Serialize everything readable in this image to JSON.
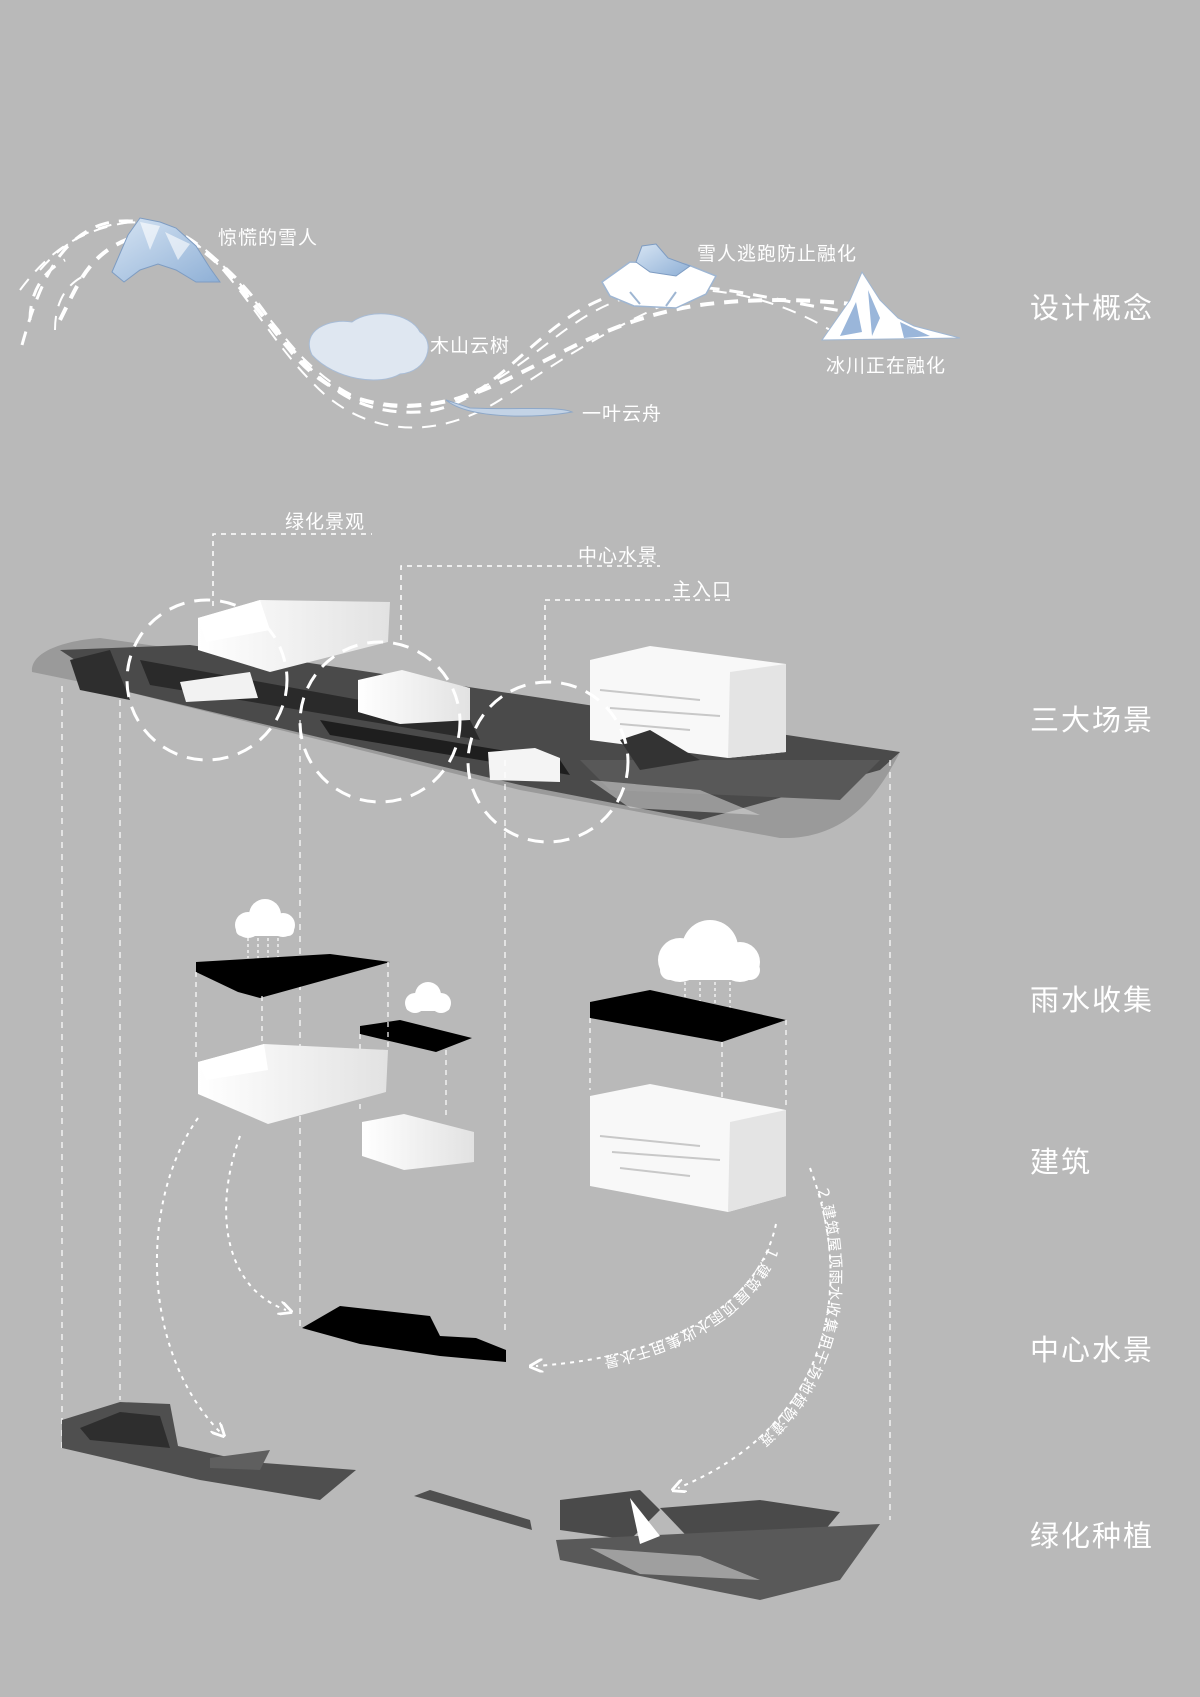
{
  "concept": {
    "items": [
      {
        "label": "惊慌的雪人"
      },
      {
        "label": "木山云树"
      },
      {
        "label": "一叶云舟"
      },
      {
        "label": "雪人逃跑防止融化"
      },
      {
        "label": "冰川正在融化"
      }
    ]
  },
  "scene_callouts": [
    {
      "label": "绿化景观"
    },
    {
      "label": "中心水景"
    },
    {
      "label": "主入口"
    }
  ],
  "section_titles": [
    {
      "label": "设计概念"
    },
    {
      "label": "三大场景"
    },
    {
      "label": "雨水收集"
    },
    {
      "label": "建筑"
    },
    {
      "label": "中心水景"
    },
    {
      "label": "绿化种植"
    }
  ],
  "flows": [
    {
      "label": "1.建筑屋顶雨水收集用于水景"
    },
    {
      "label": "2.建筑屋顶雨水收集用于场地植物灌溉"
    }
  ],
  "colors": {
    "background": "#b9b9b9",
    "ice": "#aec6e2",
    "building": "#f4f4f4",
    "roof": "#000000",
    "ground_dark": "#3a3a3a",
    "ground_mid": "#6e6e6e",
    "dashed": "#ffffff"
  }
}
